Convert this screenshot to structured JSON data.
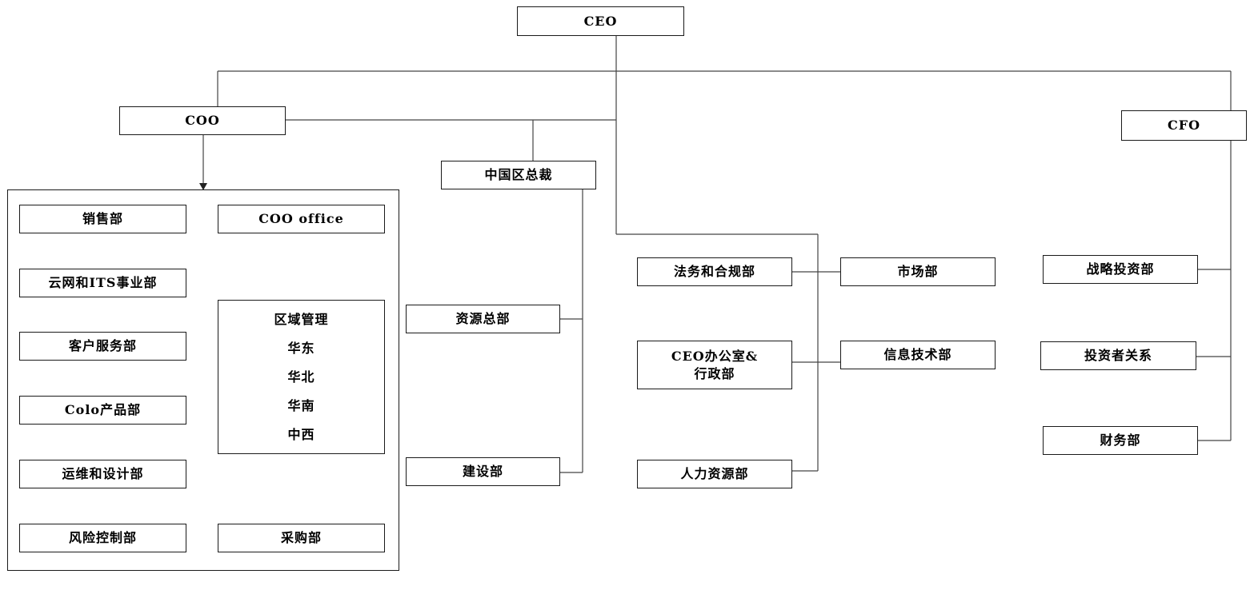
{
  "nodes": {
    "ceo": "CEO",
    "coo": "COO",
    "cfo": "CFO",
    "china_president": "中国区总裁",
    "coo_departments": {
      "sales": "销售部",
      "coo_office": "COO office",
      "cloud_its": "云网和ITS事业部",
      "customer_service": "客户服务部",
      "colo_products": "Colo产品部",
      "ops_design": "运维和设计部",
      "risk_control": "风险控制部",
      "procurement": "采购部",
      "regional": {
        "title": "区域管理",
        "regions": [
          "华东",
          "华北",
          "华南",
          "中西"
        ]
      }
    },
    "china_departments": {
      "resources": "资源总部",
      "construction": "建设部"
    },
    "ceo_departments": {
      "legal": "法务和合规部",
      "marketing": "市场部",
      "ceo_office_line1": "CEO办公室&",
      "ceo_office_line2": "行政部",
      "it": "信息技术部",
      "hr": "人力资源部"
    },
    "cfo_departments": {
      "strategic_investment": "战略投资部",
      "investor_relations": "投资者关系",
      "finance": "财务部"
    }
  }
}
